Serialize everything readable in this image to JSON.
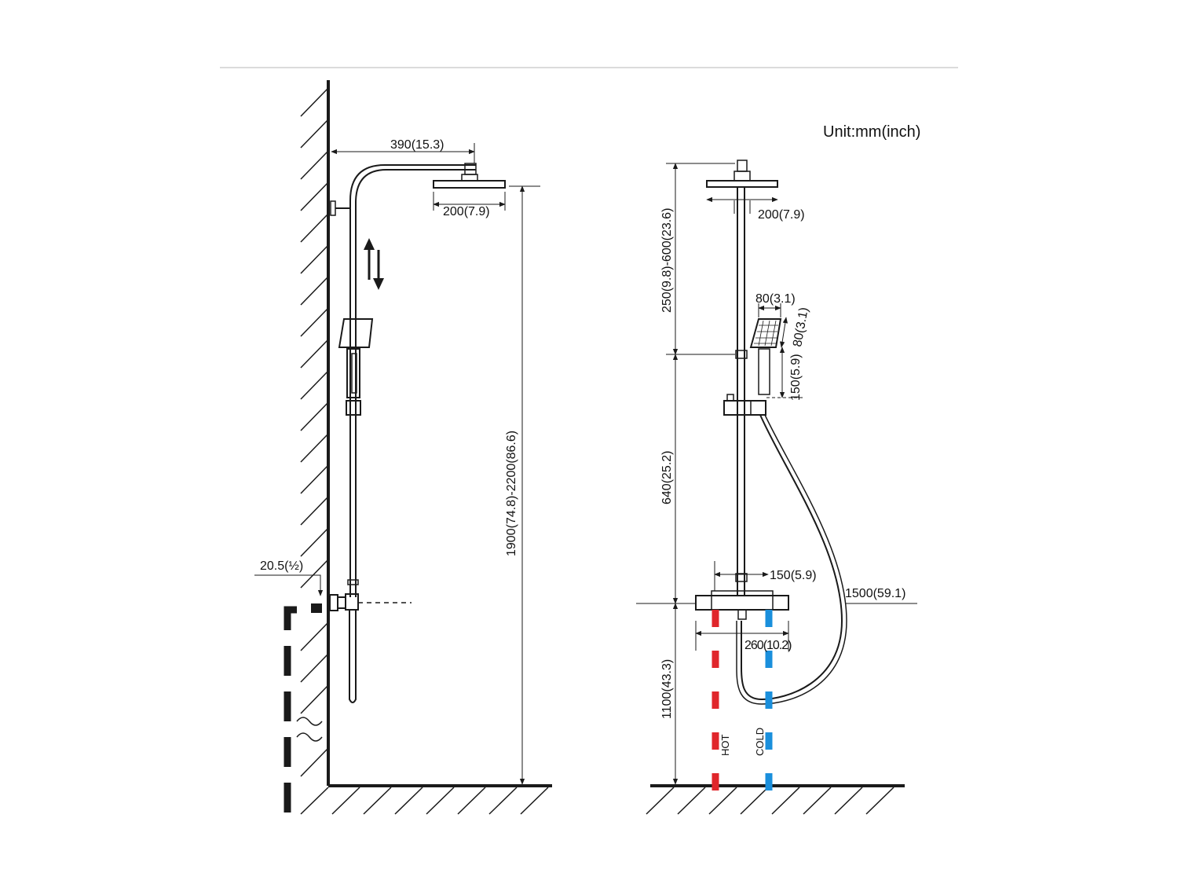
{
  "unit_label": "Unit:mm(inch)",
  "colors": {
    "hot": "#e0262b",
    "cold": "#1a8fdc",
    "line": "#1a1a1a"
  },
  "side_view": {
    "arm_length": "390(15.3)",
    "head_diameter": "200(7.9)",
    "total_height": "1900(74.8)-2200(86.6)",
    "inlet_size": "20.5(½)"
  },
  "front_view": {
    "head_diameter": "200(7.9)",
    "top_height": "250(9.8)-600(23.6)",
    "hand_shower_width": "80(3.1)",
    "hand_shower_length": "80(3.1)",
    "holder_height": "150(5.9)",
    "mid_height": "640(25.2)",
    "center_offset": "150(5.9)",
    "hose_length": "1500(59.1)",
    "mixer_width": "260(10.2)",
    "floor_height": "1100(43.3)",
    "hot_label": "HOT",
    "cold_label": "COLD"
  }
}
